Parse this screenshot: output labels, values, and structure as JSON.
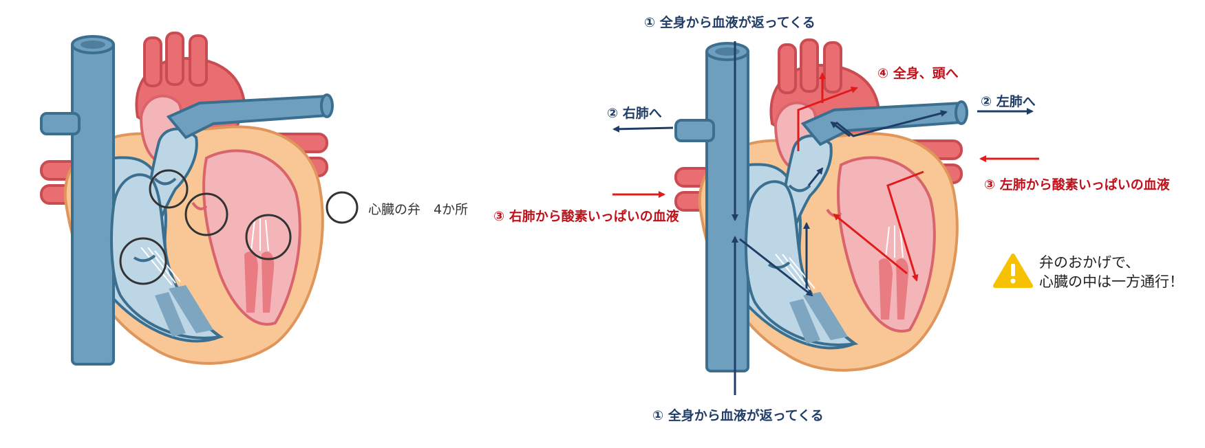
{
  "legend": {
    "text": "心臓の弁　4か所"
  },
  "labels": {
    "top_return": "① 全身から血液が返ってくる",
    "bottom_return": "① 全身から血液が返ってくる",
    "to_right_lung": "② 右肺へ",
    "to_left_lung": "② 左肺へ",
    "from_right_lung": "③ 右肺から酸素いっぱいの血液",
    "from_left_lung": "③ 左肺から酸素いっぱいの血液",
    "to_body_head": "④ 全身、頭へ"
  },
  "note": {
    "line1": "弁のおかげで、",
    "line2": "心臓の中は一方通行！"
  },
  "colors": {
    "vein_blue": "#6f9fbe",
    "outline_blue": "#3b6f8f",
    "artery_red": "#e86e72",
    "chamber_blue": "#bcd6e6",
    "chamber_pink": "#f4b5b9",
    "muscle_orange": "#f9c795",
    "arrow_navy": "#1f3d66",
    "arrow_red": "#e11b1b",
    "warning_yellow": "#f6c200"
  },
  "icons": [
    "valve-circle-icon",
    "warning-icon"
  ]
}
